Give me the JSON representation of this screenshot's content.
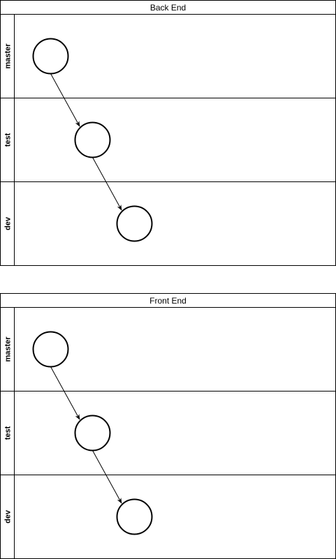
{
  "pools": [
    {
      "title": "Back End",
      "lanes": [
        {
          "label": "master"
        },
        {
          "label": "test"
        },
        {
          "label": "dev"
        }
      ]
    },
    {
      "title": "Front End",
      "lanes": [
        {
          "label": "master"
        },
        {
          "label": "test"
        },
        {
          "label": "dev"
        }
      ]
    }
  ],
  "colors": {
    "stroke": "#000000",
    "background": "#ffffff"
  }
}
